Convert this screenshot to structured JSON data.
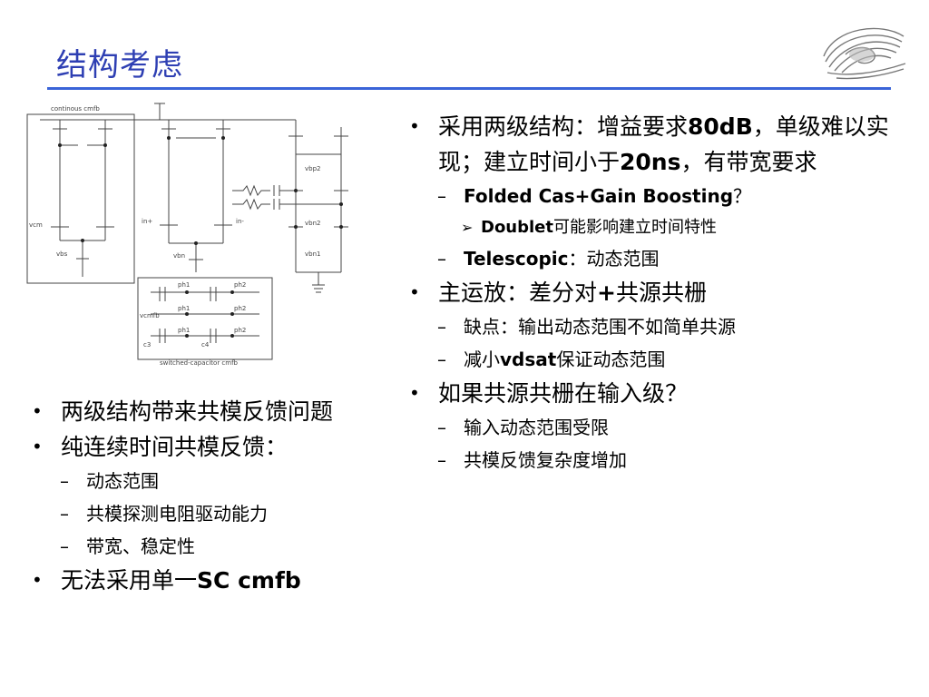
{
  "slide": {
    "title": "结构考虑"
  },
  "bullets": {
    "lvl1": "•",
    "lvl2": "–",
    "lvl3": "➢"
  },
  "circuit": {
    "labels": {
      "continuous_cmfb": "continous cmfb",
      "switched_capacitor_cmfb": "switched-capacitor cmfb",
      "vcm": "vcm",
      "vbs": "vbs",
      "in_plus": "in+",
      "in_minus": "in-",
      "vbn": "vbn",
      "vcmfb": "vcmfb",
      "ph1": "ph1",
      "ph2": "ph2",
      "c3": "c3",
      "c4": "c4",
      "vbn1": "vbn1",
      "vbn2": "vbn2",
      "vbp2": "vbp2"
    }
  },
  "left_list": {
    "i1": "两级结构带来共模反馈问题",
    "i2": "纯连续时间共模反馈：",
    "i2_sub1": "动态范围",
    "i2_sub2": "共模探测电阻驱动能力",
    "i2_sub3": "带宽、稳定性",
    "i3_text": "无法采用单一",
    "i3_bold": "SC cmfb"
  },
  "right_list": {
    "i1_pre": "采用两级结构：增益要求",
    "i1_bold1": "80dB",
    "i1_mid": "，单级难以实现；建立时间小于",
    "i1_bold2": "20ns",
    "i1_post": "，有带宽要求",
    "i1_sub1_bold": "Folded Cas+Gain Boosting",
    "i1_sub1_post": "？",
    "i1_sub1_sub_bold": "Doublet",
    "i1_sub1_sub_post": "可能影响建立时间特性",
    "i1_sub2_bold": "Telescopic",
    "i1_sub2_post": "：动态范围",
    "i2_pre": "主运放：差分对",
    "i2_bold": "+",
    "i2_post": "共源共栅",
    "i2_sub1": "缺点：输出动态范围不如简单共源",
    "i2_sub2_pre": "减小",
    "i2_sub2_bold": "vdsat",
    "i2_sub2_post": "保证动态范围",
    "i3": "如果共源共栅在输入级？",
    "i3_sub1": "输入动态范围受限",
    "i3_sub2": "共模反馈复杂度增加"
  },
  "colors": {
    "title": "#2e3fb3",
    "rule": "#3a64d8",
    "circuit": "#333333"
  }
}
